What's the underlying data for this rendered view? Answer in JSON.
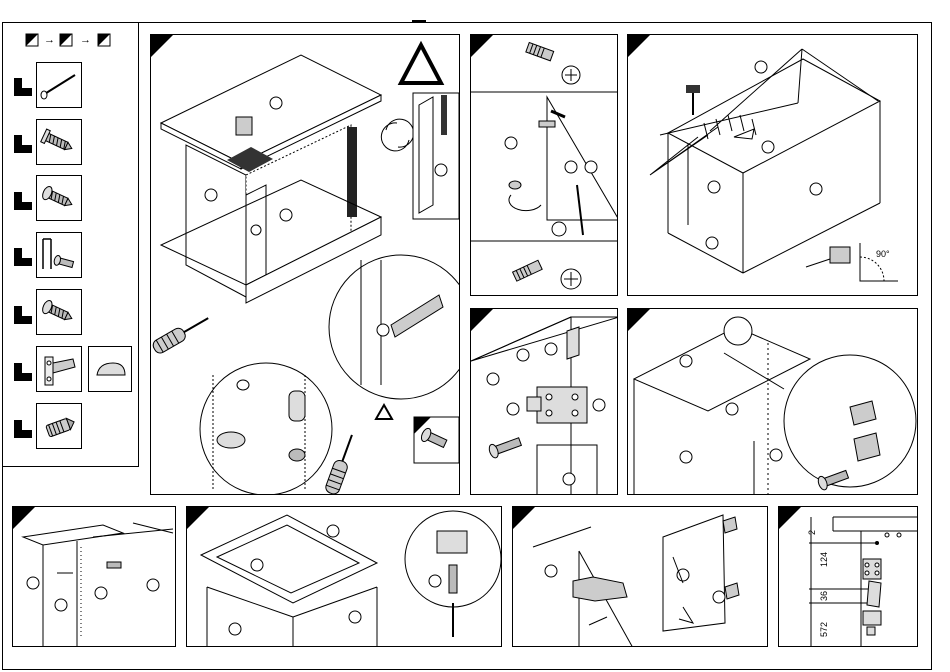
{
  "dimensions": {
    "d1": "2",
    "d2": "124",
    "d3": "36",
    "d4": "572"
  },
  "angle_label": "90°",
  "sequence": {
    "arrow": "→"
  },
  "colors": {
    "line": "#000000",
    "hatch": "#333333",
    "paper": "#ffffff"
  },
  "parts": [
    {
      "name": "nail-icon"
    },
    {
      "name": "screw-flat-icon"
    },
    {
      "name": "screw-round-icon"
    },
    {
      "name": "hex-key-screw-icon"
    },
    {
      "name": "screw-pan-icon"
    },
    {
      "name": "hinge-icon"
    },
    {
      "name": "cap-icon"
    },
    {
      "name": "anchor-plug-icon"
    }
  ]
}
